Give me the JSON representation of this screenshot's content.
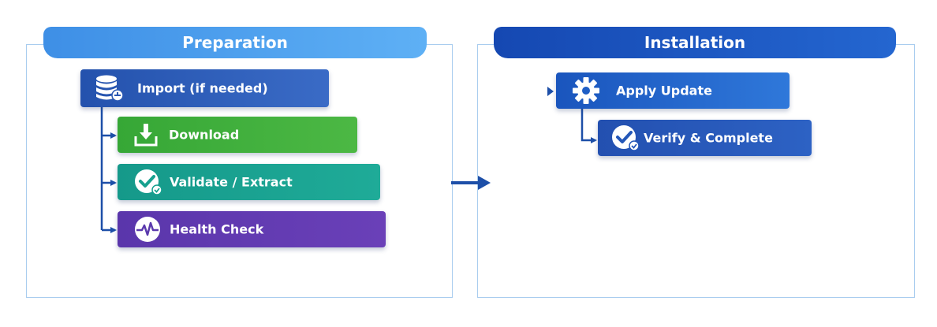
{
  "preparation": {
    "title": "Preparation",
    "steps": [
      {
        "label": "Import (if needed)",
        "icon": "database-icon",
        "color": "#2a58b3"
      },
      {
        "label": "Download",
        "icon": "download-icon",
        "color": "#3aa83a"
      },
      {
        "label": "Validate / Extract",
        "icon": "check-circle-icon",
        "color": "#17a18f"
      },
      {
        "label": "Health Check",
        "icon": "heartbeat-icon",
        "color": "#5b3aad"
      }
    ]
  },
  "installation": {
    "title": "Installation",
    "steps": [
      {
        "label": "Apply Update",
        "icon": "gear-icon",
        "color": "#1e5ec6"
      },
      {
        "label": "Verify & Complete",
        "icon": "check-circle-icon",
        "color": "#2457b8"
      }
    ]
  },
  "colors": {
    "panel_border": "#a9cdef",
    "preparation_header": "#4a9ff0",
    "installation_header": "#1d57c0",
    "arrow": "#1d4fa8"
  }
}
